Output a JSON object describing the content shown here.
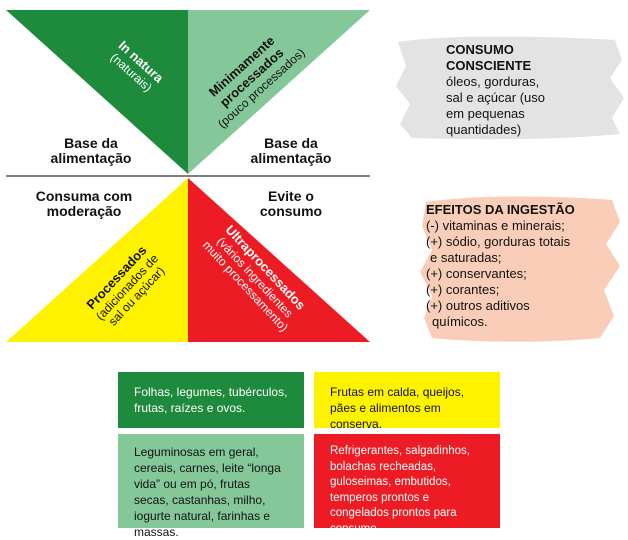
{
  "triangles": {
    "in_natura": {
      "title": "In natura",
      "sub": "(naturais)"
    },
    "minimamente": {
      "title1": "Minimamente",
      "title2": "processados",
      "sub": "(pouco processados)"
    },
    "processados": {
      "title": "Processados",
      "sub1": "(adicionados de",
      "sub2": "sal ou açúcar)"
    },
    "ultra": {
      "title": "Ultraprocessados",
      "sub1": "(vários ingredientes",
      "sub2": "muito processamento)"
    }
  },
  "corners": {
    "top_left": "Base da\nalimentação",
    "top_right": "Base da\nalimentação",
    "bottom_left": "Consuma com\nmoderação",
    "bottom_right": "Evite o\nconsumo"
  },
  "consumo": {
    "title1": "CONSUMO",
    "title2": "CONSCIENTE",
    "lines": [
      "óleos, gorduras,",
      "sal e açúcar (uso",
      "em pequenas",
      "quantidades)"
    ]
  },
  "efeitos": {
    "title": "EFEITOS DA INGESTÃO",
    "lines": [
      "(-) vitaminas e minerais;",
      "(+) sódio, gorduras totais",
      "e saturadas;",
      "(+) conservantes;",
      "(+) corantes;",
      "(+) outros aditivos",
      "químicos."
    ]
  },
  "boxes": {
    "dark_green": "Folhas, legumes, tubérculos, frutas, raízes e ovos.",
    "yellow": "Frutas em calda, queijos, pães e alimentos em conserva.",
    "light_green": "Leguminosas em geral, cereais, carnes, leite “longa vida” ou em pó, frutas secas, castanhas, milho, iogurte natural, farinhas e massas.",
    "red": "Refrigerantes, salgadinhos, bolachas recheadas, guloseimas, embutidos, temperos prontos e congelados prontos para consumo."
  },
  "colors": {
    "dark_green": "#1e8a3c",
    "light_green": "#84c89a",
    "yellow": "#fff200",
    "red": "#ed1c24",
    "grey_brush": "#e3e3e3",
    "peach_brush": "#f9cdb8"
  }
}
